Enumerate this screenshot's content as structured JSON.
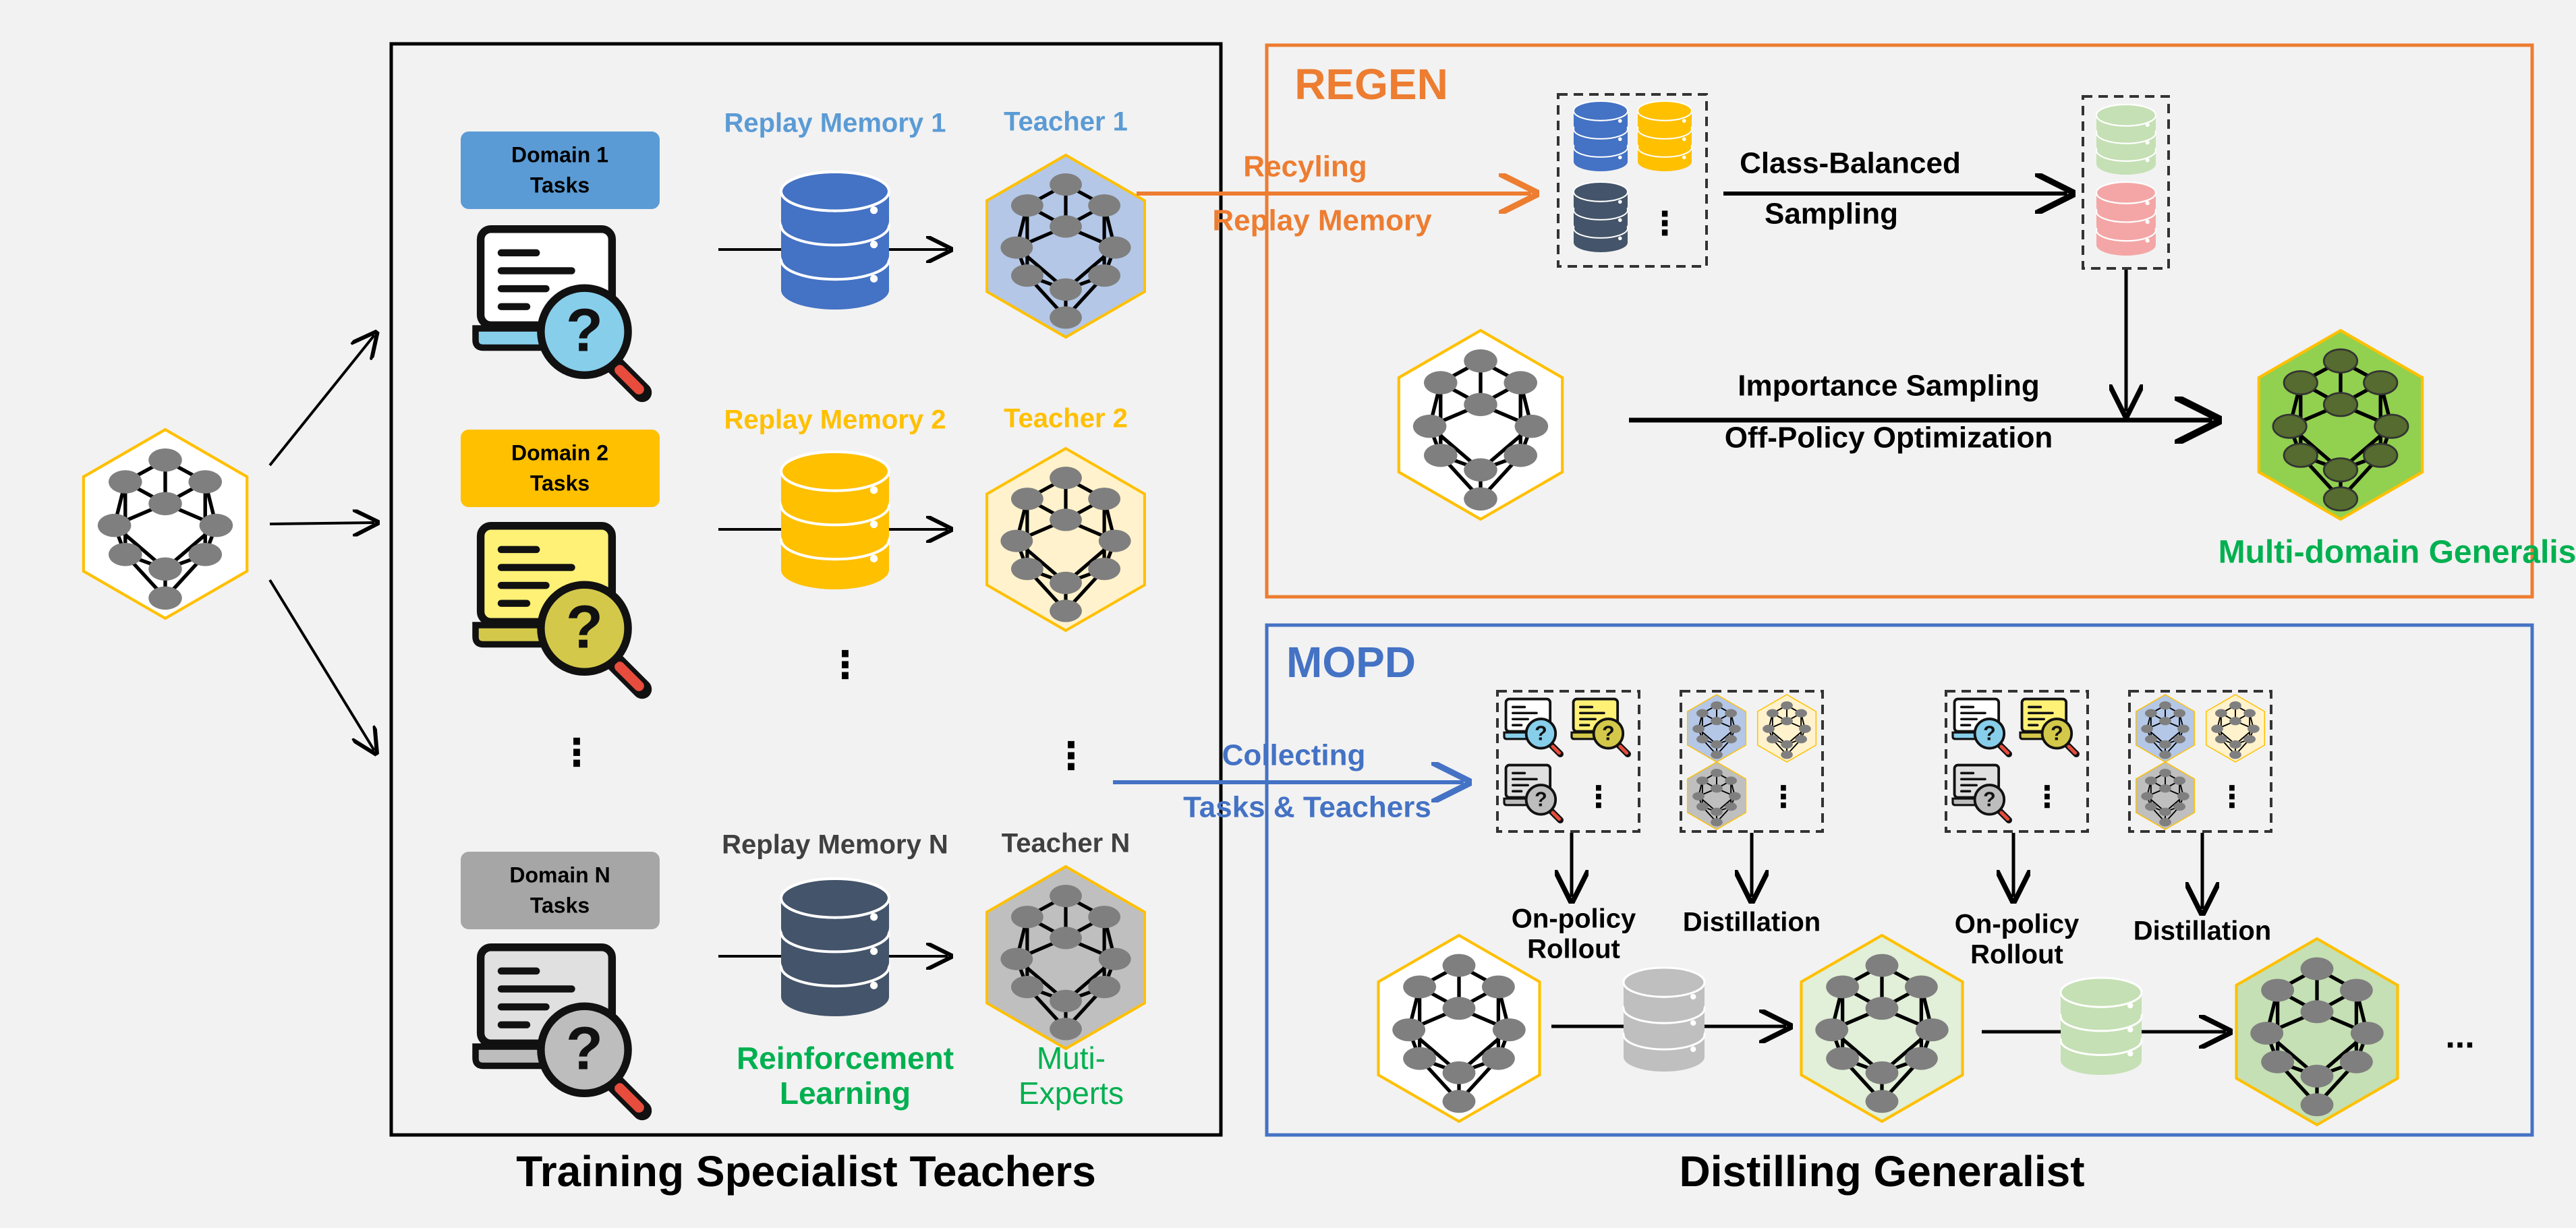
{
  "colors": {
    "background": "#f2f2f2",
    "blue": "#4472c4",
    "blue_text": "#5b9bd5",
    "yellow": "#ffc000",
    "gray": "#a6a6a6",
    "dark": "#44546a",
    "orange": "#ed7d31",
    "green_text": "#00b050",
    "green_dark": "#70ad47",
    "green_light": "#c5e0b4",
    "red": "#f4a6a6",
    "black": "#000000"
  },
  "left": {
    "domains": [
      {
        "box_line1": "Domain 1",
        "box_line2": "Tasks",
        "box_color": "#5b9bd5",
        "memory_label": "Replay Memory 1",
        "teacher_label": "Teacher 1",
        "label_color": "#5b9bd5",
        "db_color": "#4472c4",
        "teacher_fill": "#b4c7e7",
        "icon": "blue-task-icon"
      },
      {
        "box_line1": "Domain 2",
        "box_line2": "Tasks",
        "box_color": "#ffc000",
        "memory_label": "Replay Memory 2",
        "teacher_label": "Teacher 2",
        "label_color": "#ffc000",
        "db_color": "#ffc000",
        "teacher_fill": "#fff2cc",
        "icon": "yellow-task-icon"
      },
      {
        "box_line1": "Domain N",
        "box_line2": "Tasks",
        "box_color": "#a6a6a6",
        "memory_label": "Replay Memory N",
        "teacher_label": "Teacher N",
        "label_color": "#404040",
        "db_color": "#44546a",
        "teacher_fill": "#bfbfbf",
        "icon": "gray-task-icon"
      }
    ],
    "ellipsis": "⋮",
    "rl_line1": "Reinforcement",
    "rl_line2": "Learning",
    "experts_line1": "Muti-",
    "experts_line2": "Experts",
    "section_title": "Training Specialist Teachers"
  },
  "regen": {
    "title": "REGEN",
    "arrow_line1": "Recyling",
    "arrow_line2": "Replay Memory",
    "cb_line1": "Class-Balanced",
    "cb_line2": "Sampling",
    "is_line1": "Importance Sampling",
    "is_line2": "Off-Policy Optimization",
    "generalist_label": "Multi-domain Generalist",
    "ellipsis": "⋮"
  },
  "mopd": {
    "title": "MOPD",
    "arrow_line1": "Collecting",
    "arrow_line2": "Tasks & Teachers",
    "rollout_line1": "On-policy",
    "rollout_line2": "Rollout",
    "distill_label": "Distillation",
    "trailing": "...",
    "ellipsis": "⋮"
  },
  "right_section_title": "Distilling Generalist"
}
